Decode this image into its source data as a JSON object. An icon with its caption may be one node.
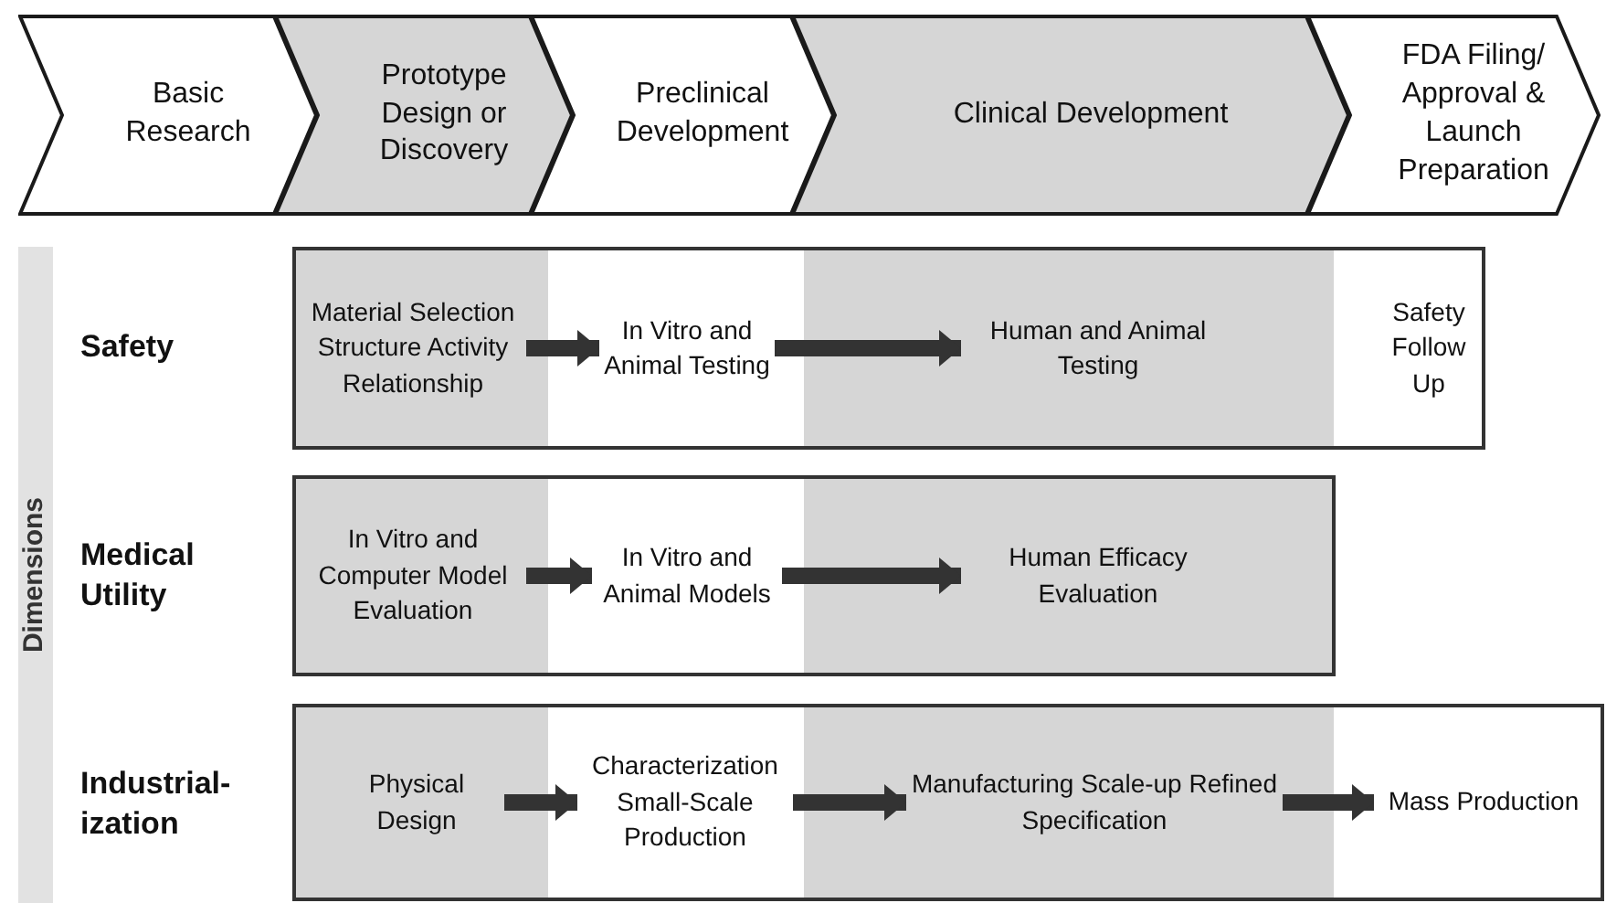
{
  "diagram": {
    "nodes": [
      {
        "text": [
          "Basic Research"
        ]
      },
      {
        "text": [
          "Prototype Design or Discovery"
        ]
      },
      {
        "text": [
          "Preclinical Development"
        ]
      },
      {
        "text": [
          "Clinical Development"
        ]
      },
      {
        "text": [
          "FDA Filing/ Approval & Launch Preparation"
        ]
      },
      {
        "text": [
          "Dimensions"
        ]
      },
      {
        "text": [],
        "shape": "box"
      },
      {
        "text": [
          "Material Selection Structure Activity Relationship"
        ],
        "in": 6
      },
      {
        "text": [
          "In Vitro and Animal Testing"
        ],
        "in": 6
      },
      {
        "text": [
          "Human and Animal Testing"
        ],
        "in": 6
      },
      {
        "text": [
          "Safety Follow Up"
        ],
        "in": 6
      },
      {
        "text": [],
        "shape": "box"
      },
      {
        "text": [
          "In Vitro and Computer Model Evaluation"
        ],
        "in": 11
      },
      {
        "text": [
          "In Vitro and Animal Models"
        ],
        "in": 11
      },
      {
        "text": [
          "Human Efficacy Evaluation"
        ],
        "in": 11
      },
      {
        "text": [],
        "shape": "box"
      },
      {
        "text": [
          "Physical Design"
        ],
        "in": 15
      },
      {
        "text": [
          "Characterization Small-Scale Production"
        ],
        "in": 15
      },
      {
        "text": [
          "Manufacturing Scale-up Refined Specification"
        ],
        "in": 15
      },
      {
        "text": [
          "Mass Production"
        ],
        "in": 15
      }
    ],
    "edges": [
      {
        "from": 7,
        "to": 8,
        "arrow": "to"
      },
      {
        "from": 8,
        "to": 9,
        "arrow": "to"
      },
      {
        "from": 12,
        "to": 13,
        "arrow": "to"
      },
      {
        "from": 13,
        "to": 14,
        "arrow": "to"
      },
      {
        "from": 16,
        "to": 17,
        "arrow": "to"
      },
      {
        "from": 17,
        "to": 18,
        "arrow": "to"
      },
      {
        "from": 18,
        "to": 19,
        "arrow": "to"
      }
    ],
    "labels": [
      "Safety",
      "Medical Utility",
      "Industrial-ization"
    ]
  }
}
